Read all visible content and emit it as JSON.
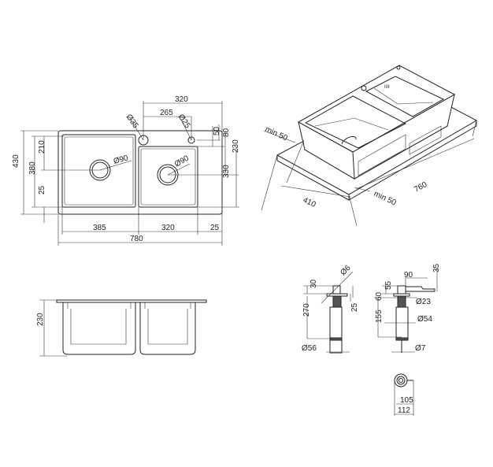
{
  "top_view": {
    "overall_width": "780",
    "overall_depth": "430",
    "bowl_depth": "380",
    "bowl_offset": "25",
    "left_drain_y": "210",
    "left_bowl_width": "385",
    "right_bowl_width": "320",
    "right_margin": "25",
    "right_bowl_top": "320",
    "tap_spacing": "265",
    "tap_hole_1": "Ø35",
    "tap_hole_2": "Ø25",
    "tap_offset_50": "50",
    "tap_offset_80": "80",
    "right_drain_y": "230",
    "right_bowl_depth": "330",
    "left_drain": "Ø90",
    "right_drain": "Ø90"
  },
  "side_view": {
    "height": "230"
  },
  "iso_view": {
    "min_left": "min 50",
    "min_front": "min 50",
    "cutout_depth": "410",
    "cutout_width": "760"
  },
  "dispenser_left": {
    "head": "Ø6",
    "top": "30",
    "total": "270",
    "neck": "25",
    "body": "Ø56"
  },
  "dispenser_right": {
    "spout": "90",
    "spout_h": "35",
    "head": "55",
    "neck": "60",
    "collar": "Ø23",
    "body_h": "155",
    "body": "Ø54",
    "tube": "Ø7"
  },
  "dispenser_top": {
    "inner": "105",
    "outer": "112"
  }
}
